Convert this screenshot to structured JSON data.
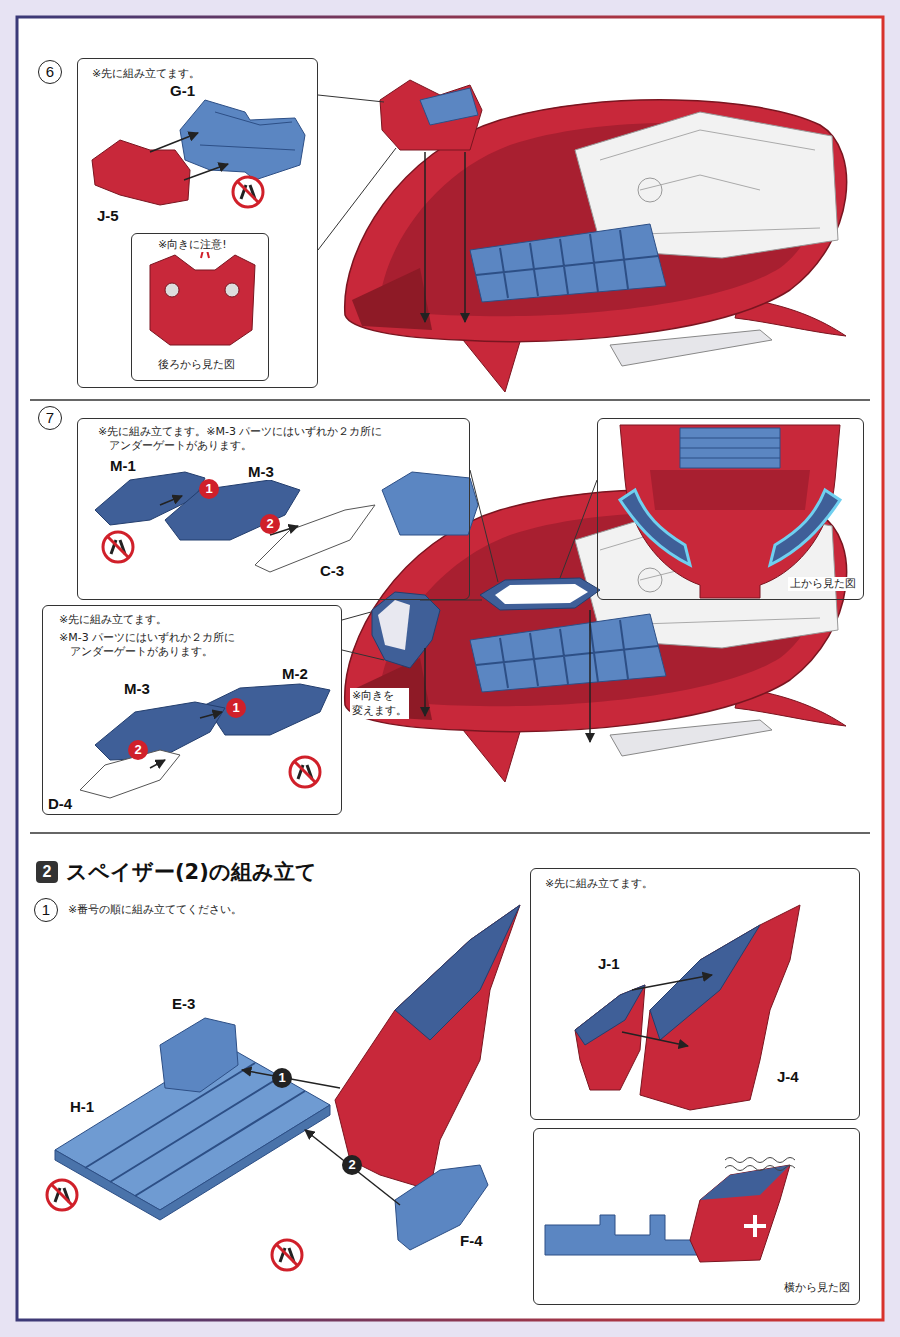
{
  "diagram": {
    "nodes": [
      {
        "text": [
          "※先に組み立てます。"
        ]
      },
      {
        "text": [
          "※向きに注意!",
          "後ろから見た図"
        ],
        "in": 0
      },
      {
        "text": [
          "※先に組み立てます。※M-3 パーツにはいずれか２カ所に アンダーゲートがあります。"
        ]
      },
      {
        "text": [
          "上から見た図"
        ]
      },
      {
        "text": [
          "※先に組み立てます。",
          "※M-3 パーツにはいずれか２カ所に アンダーゲートがあります。"
        ]
      },
      {
        "text": [
          "※先に組み立てます。"
        ]
      },
      {
        "text": [
          "横から見た図"
        ]
      }
    ],
    "labels": [
      "6",
      "G-1",
      "J-5",
      "7",
      "M-1",
      "M-3",
      "1",
      "2",
      "C-3",
      "M-3",
      "M-2",
      "1",
      "2",
      "D-4",
      "※向きを 変えます。",
      "2",
      "スペイザー(2)の組み立て",
      "1",
      "※番号の順に組み立ててください。",
      "E-3",
      "H-1",
      "1",
      "2",
      "F-4",
      "J-1",
      "J-4"
    ]
  }
}
